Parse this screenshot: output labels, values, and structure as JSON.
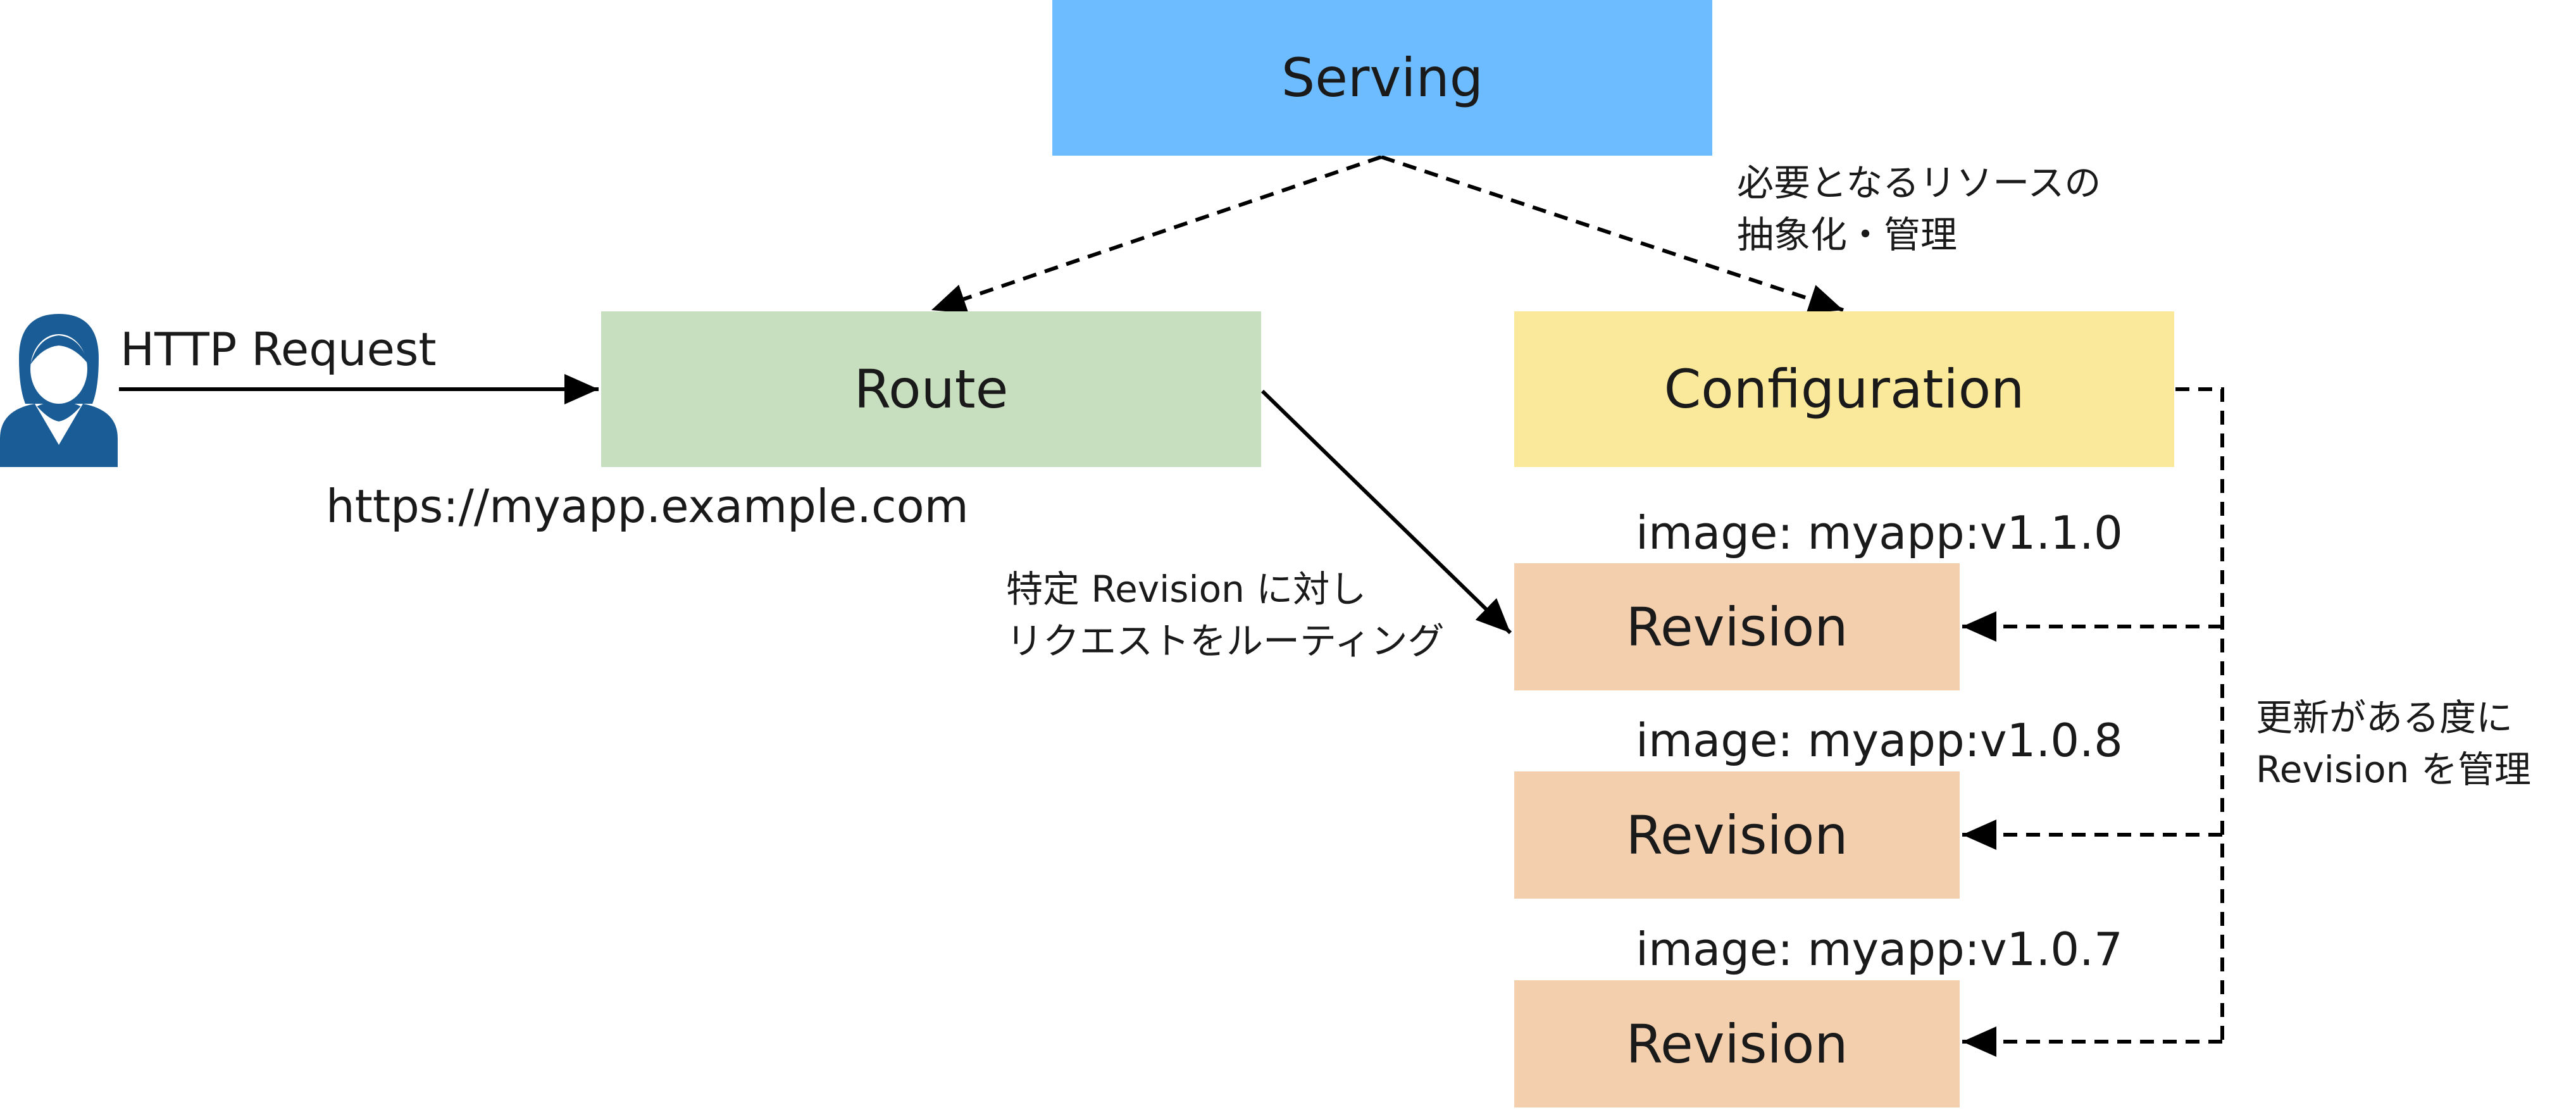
{
  "nodes": {
    "serving": "Serving",
    "route": "Route",
    "configuration": "Configuration",
    "revisions": [
      "Revision",
      "Revision",
      "Revision"
    ]
  },
  "labels": {
    "http_request": "HTTP Request",
    "url": "https://myapp.example.com",
    "abstraction": [
      "必要となるリソースの",
      "抽象化・管理"
    ],
    "routing": [
      "特定 Revision に対し",
      "リクエストをルーティング"
    ],
    "revision_mgmt": [
      "更新がある度に",
      "Revision を管理"
    ],
    "images": [
      "image: myapp:v1.1.0",
      "image: myapp:v1.0.8",
      "image: myapp:v1.0.7"
    ]
  },
  "icons": {
    "user": "user-icon"
  },
  "colors": {
    "serving": "#6dbcff",
    "route": "#c8dfbf",
    "configuration": "#fae89b",
    "revision": "#f3cfae",
    "user_icon": "#1a5c96"
  }
}
